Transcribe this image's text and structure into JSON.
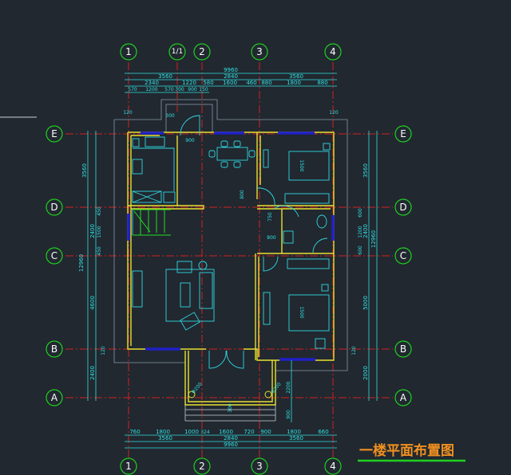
{
  "drawing": {
    "title": "一楼平面布置图",
    "colors": {
      "background": "#212830",
      "axis": "#d42020",
      "wall": "#e8e030",
      "window": "#2020c8",
      "dimension": "#30e0e0",
      "bubble": "#20d020",
      "title": "#f09020",
      "underline": "#20d020"
    },
    "axes_top": [
      "1",
      "1/1",
      "2",
      "3",
      "4"
    ],
    "axes_bottom": [
      "1",
      "2",
      "3",
      "4"
    ],
    "axes_left": [
      "E",
      "D",
      "C",
      "B",
      "A"
    ],
    "axes_right": [
      "E",
      "D",
      "C",
      "B",
      "A"
    ],
    "dims_top": {
      "total": "9960",
      "row2": [
        "3560",
        "2840",
        "3560"
      ],
      "row3": [
        "2340",
        "1220",
        "580",
        "1600",
        "460",
        "880",
        "1800",
        "880"
      ],
      "row4": [
        "570",
        "1200",
        "570",
        "300",
        "900",
        "150"
      ]
    },
    "dims_bottom": {
      "row1": [
        "760",
        "1800",
        "1000",
        "324",
        "1600",
        "720",
        "900",
        "1800",
        "660"
      ],
      "row2": [
        "3560",
        "2840",
        "3560"
      ],
      "total": "9960"
    },
    "dims_left": {
      "total": "12960",
      "row": [
        "3560",
        "2400",
        "4600",
        "2400"
      ],
      "inner": [
        "450",
        "1500",
        "450"
      ],
      "offset": "120"
    },
    "dims_right": {
      "total": "12960",
      "row": [
        "3560",
        "2400",
        "5000",
        "2000"
      ],
      "inner": [
        "600",
        "1200",
        "600"
      ],
      "offset": "120"
    },
    "annotations": {
      "door_kitchen": "900",
      "entry_step": "300",
      "door_bed1": "800",
      "bath_door": "750",
      "bath_door2": "800",
      "bed1_bed": "1500",
      "bed2_bed": "1500",
      "porch_height": "2200",
      "step_depth": "900",
      "column_left": "Φ200",
      "column_right": "Φ200",
      "porch_center": "300",
      "top_left_offset": "120",
      "top_right_offset": "120"
    }
  }
}
